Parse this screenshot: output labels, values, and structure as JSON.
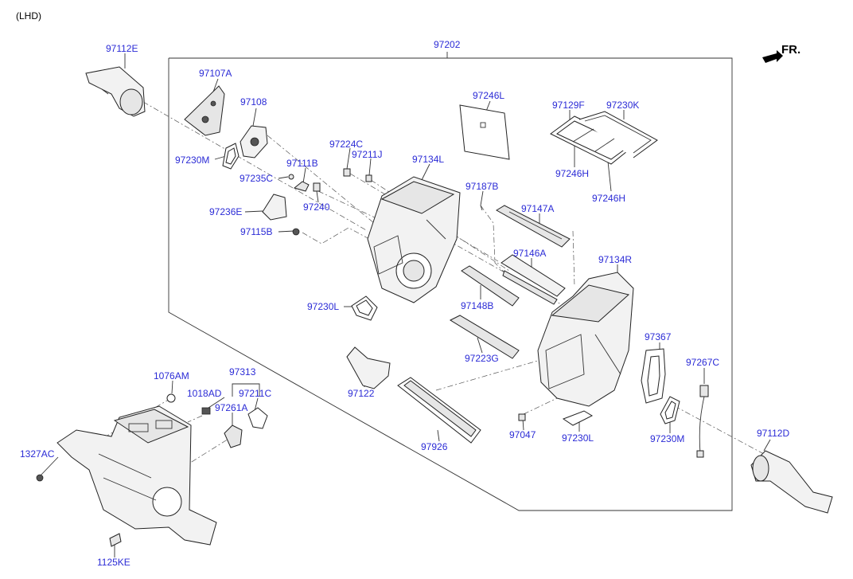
{
  "header": {
    "variant": "(LHD)",
    "direction": "FR."
  },
  "labels": [
    {
      "id": "97112E",
      "text": "97112E"
    },
    {
      "id": "97202",
      "text": "97202"
    },
    {
      "id": "97107A",
      "text": "97107A"
    },
    {
      "id": "97108",
      "text": "97108"
    },
    {
      "id": "97230M_top",
      "text": "97230M"
    },
    {
      "id": "97224C",
      "text": "97224C"
    },
    {
      "id": "97211J",
      "text": "97211J"
    },
    {
      "id": "97111B",
      "text": "97111B"
    },
    {
      "id": "97235C",
      "text": "97235C"
    },
    {
      "id": "97134L",
      "text": "97134L"
    },
    {
      "id": "97246L",
      "text": "97246L"
    },
    {
      "id": "97129F",
      "text": "97129F"
    },
    {
      "id": "97230K",
      "text": "97230K"
    },
    {
      "id": "97246H_a",
      "text": "97246H"
    },
    {
      "id": "97246H_b",
      "text": "97246H"
    },
    {
      "id": "97187B",
      "text": "97187B"
    },
    {
      "id": "97236E",
      "text": "97236E"
    },
    {
      "id": "97240",
      "text": "97240"
    },
    {
      "id": "97147A",
      "text": "97147A"
    },
    {
      "id": "97115B",
      "text": "97115B"
    },
    {
      "id": "97146A",
      "text": "97146A"
    },
    {
      "id": "97134R",
      "text": "97134R"
    },
    {
      "id": "97230L_top",
      "text": "97230L"
    },
    {
      "id": "97148B",
      "text": "97148B"
    },
    {
      "id": "97367",
      "text": "97367"
    },
    {
      "id": "97223G",
      "text": "97223G"
    },
    {
      "id": "97267C",
      "text": "97267C"
    },
    {
      "id": "1076AM",
      "text": "1076AM"
    },
    {
      "id": "97313",
      "text": "97313"
    },
    {
      "id": "97122",
      "text": "97122"
    },
    {
      "id": "1018AD",
      "text": "1018AD"
    },
    {
      "id": "97211C",
      "text": "97211C"
    },
    {
      "id": "97261A",
      "text": "97261A"
    },
    {
      "id": "97047",
      "text": "97047"
    },
    {
      "id": "97230L_bot",
      "text": "97230L"
    },
    {
      "id": "97230M_bot",
      "text": "97230M"
    },
    {
      "id": "97112D",
      "text": "97112D"
    },
    {
      "id": "97926",
      "text": "97926"
    },
    {
      "id": "1327AC",
      "text": "1327AC"
    },
    {
      "id": "1125KE",
      "text": "1125KE"
    }
  ]
}
